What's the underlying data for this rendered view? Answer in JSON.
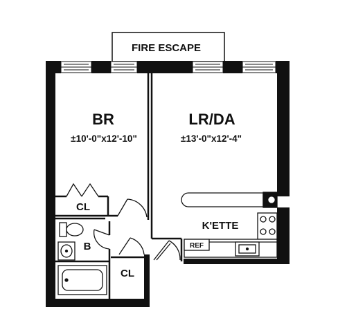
{
  "floor_plan": {
    "fire_escape": "FIRE ESCAPE",
    "rooms": {
      "bedroom": {
        "name": "BR",
        "dimensions": "±10'-0\"x12'-10\""
      },
      "living_dining": {
        "name": "LR/DA",
        "dimensions": "±13'-0\"x12'-4\""
      },
      "kitchenette": {
        "name": "K'ETTE"
      },
      "bath": {
        "name": "B"
      },
      "closet_bedroom": {
        "name": "CL"
      },
      "closet_hall": {
        "name": "CL"
      }
    },
    "appliances": {
      "refrigerator": "REF"
    }
  }
}
